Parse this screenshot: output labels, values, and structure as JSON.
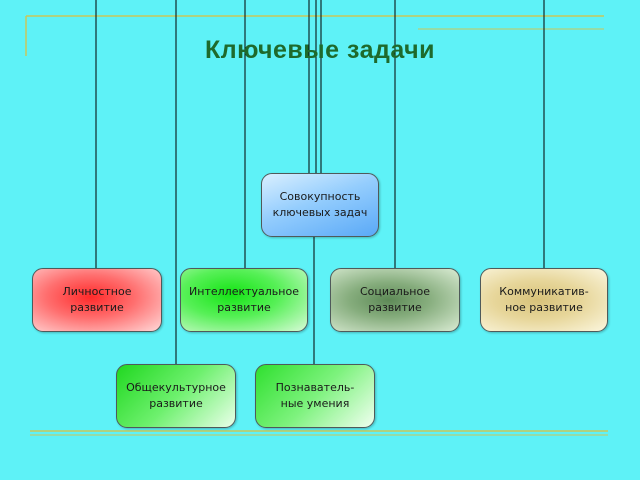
{
  "title": "Ключевые задачи",
  "root": {
    "label": "Совокупность\nключевых задач"
  },
  "tasks": [
    {
      "label": "Личностное\nразвитие"
    },
    {
      "label": "Интеллектуальное\nразвитие"
    },
    {
      "label": "Социальное\nразвитие"
    },
    {
      "label": "Коммуникатив-\nное развитие"
    },
    {
      "label": "Общекультурное\nразвитие"
    },
    {
      "label": "Познаватель-\nные умения"
    }
  ],
  "colors": {
    "background": "#5ef2f7",
    "title": "#1e6a2c",
    "rule": "#c9c75a",
    "connector": "#000000"
  }
}
